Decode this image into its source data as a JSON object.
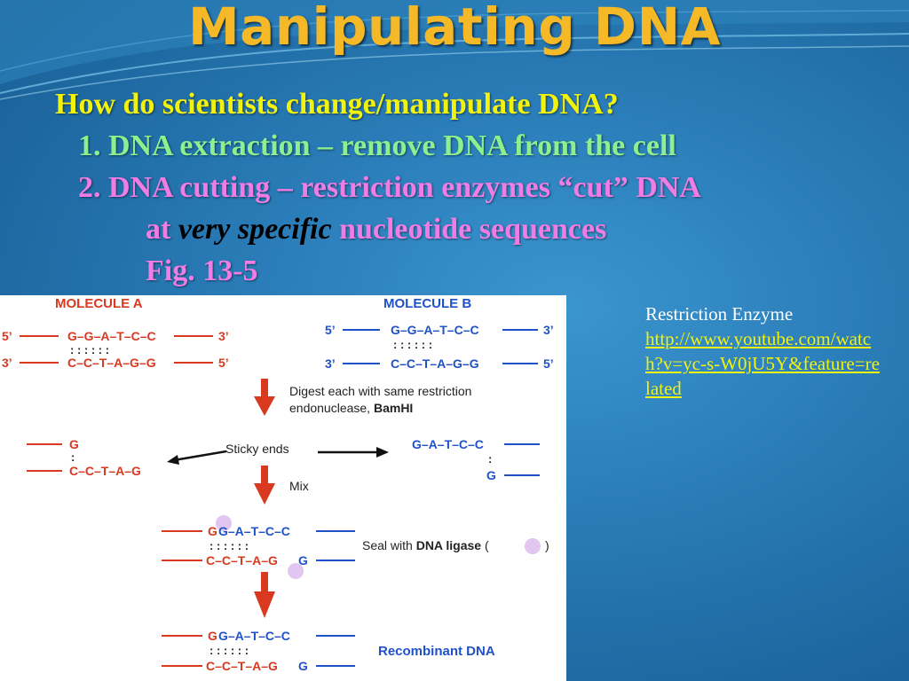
{
  "slide": {
    "title": "Manipulating DNA",
    "question": "How do scientists change/manipulate DNA?",
    "point1": "1.  DNA extraction – remove DNA from the cell",
    "point2": "2.  DNA cutting – restriction enzymes “cut” DNA",
    "point2_at": "at",
    "point2_emph": "very specific",
    "point2_rest": "nucleotide sequences",
    "fig_ref": "Fig. 13-5"
  },
  "side": {
    "label": "Restriction Enzyme",
    "link": "http://www.youtube.com/watch?v=yc-s-W0jU5Y&feature=related"
  },
  "figure": {
    "molecule_a": "MOLECULE A",
    "molecule_b": "MOLECULE B",
    "five_prime": "5’",
    "three_prime": "3’",
    "a_top": "G–G–A–T–C–C",
    "a_bottom": "C–C–T–A–G–G",
    "pairs": ":  :  :  :  :  :",
    "digest_line1": "Digest each with same restriction",
    "digest_line2": "endonuclease, ",
    "digest_enzyme": "BamHI",
    "sticky_ends": "Sticky ends",
    "left_top": "G",
    "left_bottom": "C–C–T–A–G",
    "right_top": "G–A–T–C–C",
    "right_bottom": "G",
    "pair_single": ":",
    "mix": "Mix",
    "mixed_top_g": "G",
    "mixed_top_rest": "G–A–T–C–C",
    "mixed_bottom_rest": "C–C–T–A–G",
    "mixed_bottom_g": "G",
    "seal_text": "Seal with ",
    "seal_ligase": "DNA ligase",
    "seal_open": " (",
    "seal_close": ")",
    "recombinant": "Recombinant DNA"
  },
  "colors": {
    "title": "#f5b928",
    "question": "#f2f20f",
    "point1": "#8cf090",
    "point2": "#f07ce6",
    "strand_red": "#d8391f",
    "strand_blue": "#1f52c8",
    "arrow": "#d8391f"
  }
}
